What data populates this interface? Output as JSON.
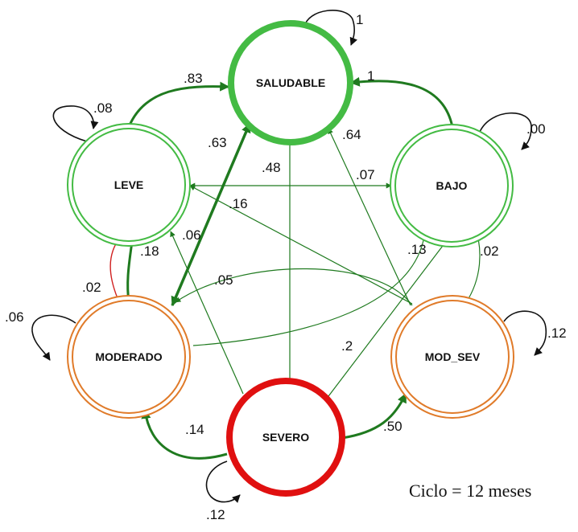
{
  "diagram": {
    "caption": "Ciclo = 12 meses",
    "colors": {
      "green_edge": "#1f7a1f",
      "light_green_node": "#44bb44",
      "orange_node": "#e07b2a",
      "red_node": "#e01010",
      "red_edge": "#d02020",
      "self_loop": "#111111"
    },
    "nodes": [
      {
        "id": "saludable",
        "label": "SALUDABLE"
      },
      {
        "id": "leve",
        "label": "LEVE"
      },
      {
        "id": "bajo",
        "label": "BAJO"
      },
      {
        "id": "moderado",
        "label": "MODERADO"
      },
      {
        "id": "mod_sev",
        "label": "MOD_SEV"
      },
      {
        "id": "severo",
        "label": "SEVERO"
      }
    ],
    "edges": [
      {
        "from": "saludable",
        "to": "saludable",
        "label": "1"
      },
      {
        "from": "bajo",
        "to": "saludable",
        "label": "1"
      },
      {
        "from": "leve",
        "to": "saludable",
        "label": ".83"
      },
      {
        "from": "leve",
        "to": "leve",
        "label": ".08"
      },
      {
        "from": "bajo",
        "to": "bajo",
        "label": ".00"
      },
      {
        "from": "moderado",
        "to": "saludable",
        "label": ".63"
      },
      {
        "from": "severo",
        "to": "saludable",
        "label": ".48"
      },
      {
        "from": "mod_sev",
        "to": "saludable",
        "label": ".64"
      },
      {
        "from": "leve",
        "to": "bajo",
        "label": ".07"
      },
      {
        "from": "mod_sev",
        "to": "leve",
        "label": ".16"
      },
      {
        "from": "severo",
        "to": "leve",
        "label": ".06"
      },
      {
        "from": "moderado",
        "to": "leve",
        "label": ".18"
      },
      {
        "from": "leve",
        "to": "moderado",
        "label": ".02"
      },
      {
        "from": "moderado",
        "to": "moderado",
        "label": ".06"
      },
      {
        "from": "mod_sev",
        "to": "moderado",
        "label": ".05"
      },
      {
        "from": "moderado",
        "to": "bajo",
        "label": ".13"
      },
      {
        "from": "mod_sev",
        "to": "bajo",
        "label": ".02"
      },
      {
        "from": "severo",
        "to": "bajo",
        "label": ".2"
      },
      {
        "from": "mod_sev",
        "to": "mod_sev",
        "label": ".12"
      },
      {
        "from": "severo",
        "to": "moderado",
        "label": ".14"
      },
      {
        "from": "severo",
        "to": "mod_sev",
        "label": ".50"
      },
      {
        "from": "severo",
        "to": "severo",
        "label": ".12"
      }
    ]
  }
}
